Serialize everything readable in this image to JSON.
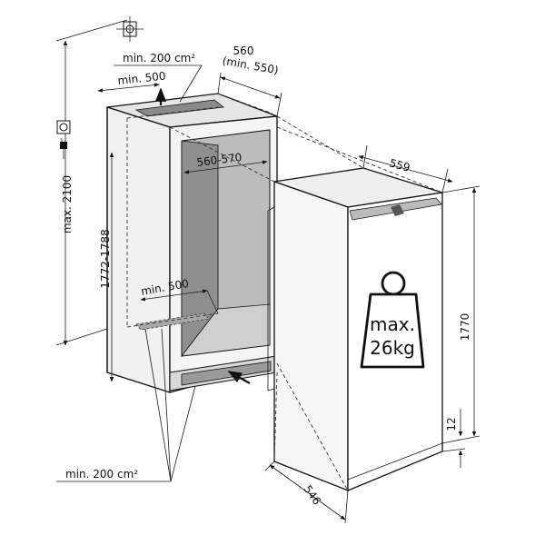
{
  "labels": {
    "vent_top_area": "min. 200 cm²",
    "vent_top_depth": "min. 500",
    "niche_depth": "560",
    "niche_depth_min": "(min. 550)",
    "inner_width": "560-570",
    "height_max": "max. 2100",
    "niche_height": "1772-1788",
    "vent_bottom_depth": "min. 500",
    "vent_bottom_area": "min. 200 cm²",
    "appliance_width": "559",
    "appliance_height": "1770",
    "plinth_height": "12",
    "appliance_depth": "546",
    "max_load_line1": "max.",
    "max_load_line2": "26kg"
  },
  "icons": {
    "water": "water-connection-icon",
    "socket": "socket-icon",
    "plug": "plug-icon",
    "weight": "weight-icon"
  }
}
